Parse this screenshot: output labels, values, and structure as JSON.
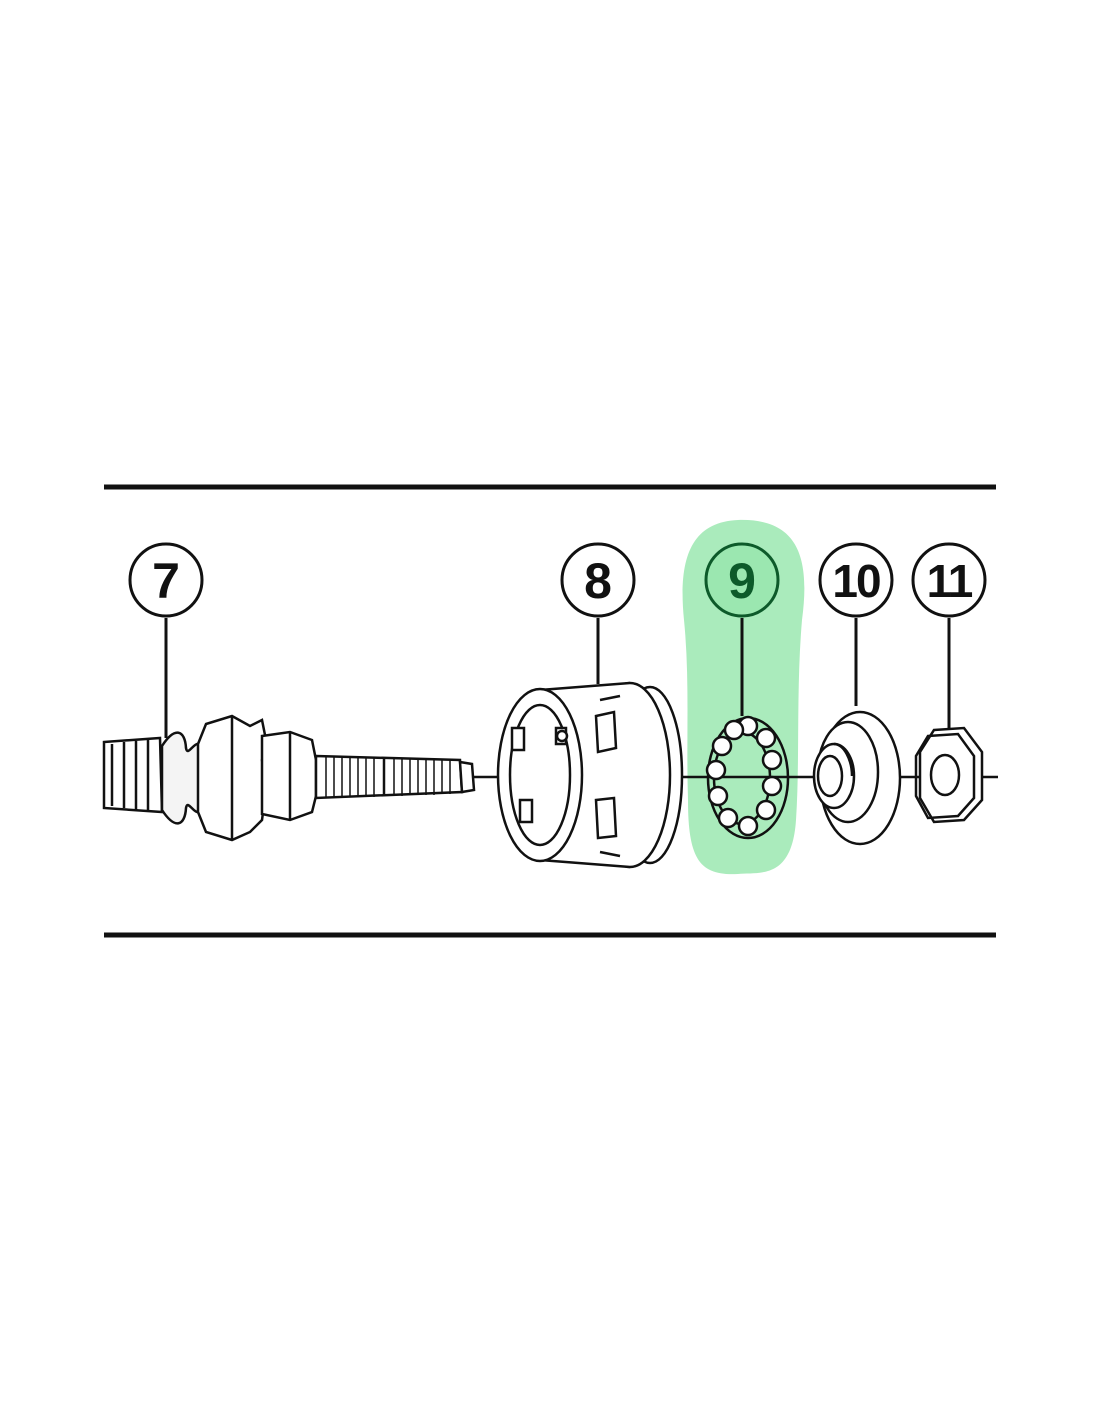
{
  "diagram": {
    "parts": [
      {
        "number": "7",
        "name": "axle",
        "highlighted": false
      },
      {
        "number": "8",
        "name": "freehub",
        "highlighted": false
      },
      {
        "number": "9",
        "name": "ball-retainer",
        "highlighted": true
      },
      {
        "number": "10",
        "name": "cone",
        "highlighted": false
      },
      {
        "number": "11",
        "name": "lock-nut",
        "highlighted": false
      }
    ],
    "colors": {
      "line": "#111111",
      "highlight": "#9be7b0",
      "highlight_text": "#0d5a2a",
      "background": "#ffffff"
    }
  }
}
